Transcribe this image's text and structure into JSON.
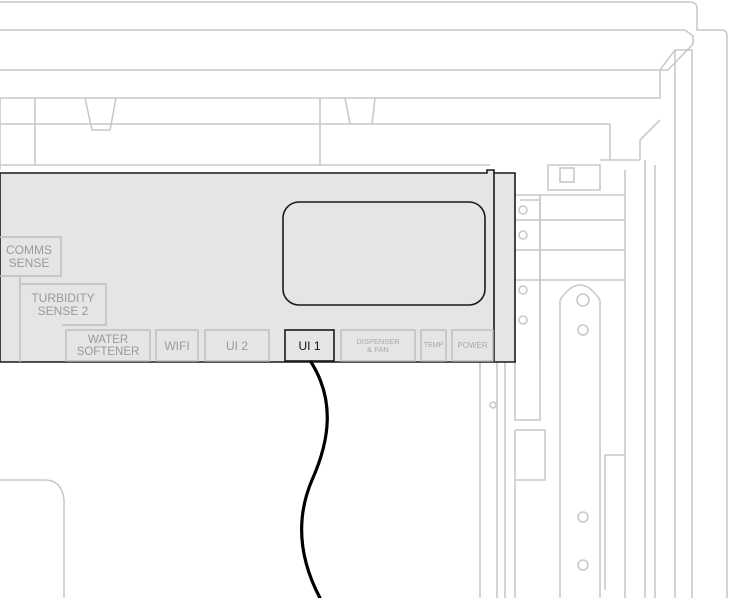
{
  "labels": {
    "comms_sense_line1": "COMMS",
    "comms_sense_line2": "SENSE",
    "turbidity_line1": "TURBIDITY",
    "turbidity_line2": "SENSE 2",
    "connectors": {
      "water_softener_line1": "WATER",
      "water_softener_line2": "SOFTENER",
      "wifi": "WIFI",
      "ui2": "UI 2",
      "ui1": "UI 1",
      "dispenser_line1": "DISPENSER",
      "dispenser_line2": "& FAN",
      "temp": "TEMP",
      "power": "POWER"
    }
  },
  "colors": {
    "board_fill": "#e5e5e5",
    "line_light": "#c9c9c9",
    "line_dark": "#1a1a1a",
    "label_gray": "#9a9a9a",
    "highlight_cable": "#000000"
  }
}
